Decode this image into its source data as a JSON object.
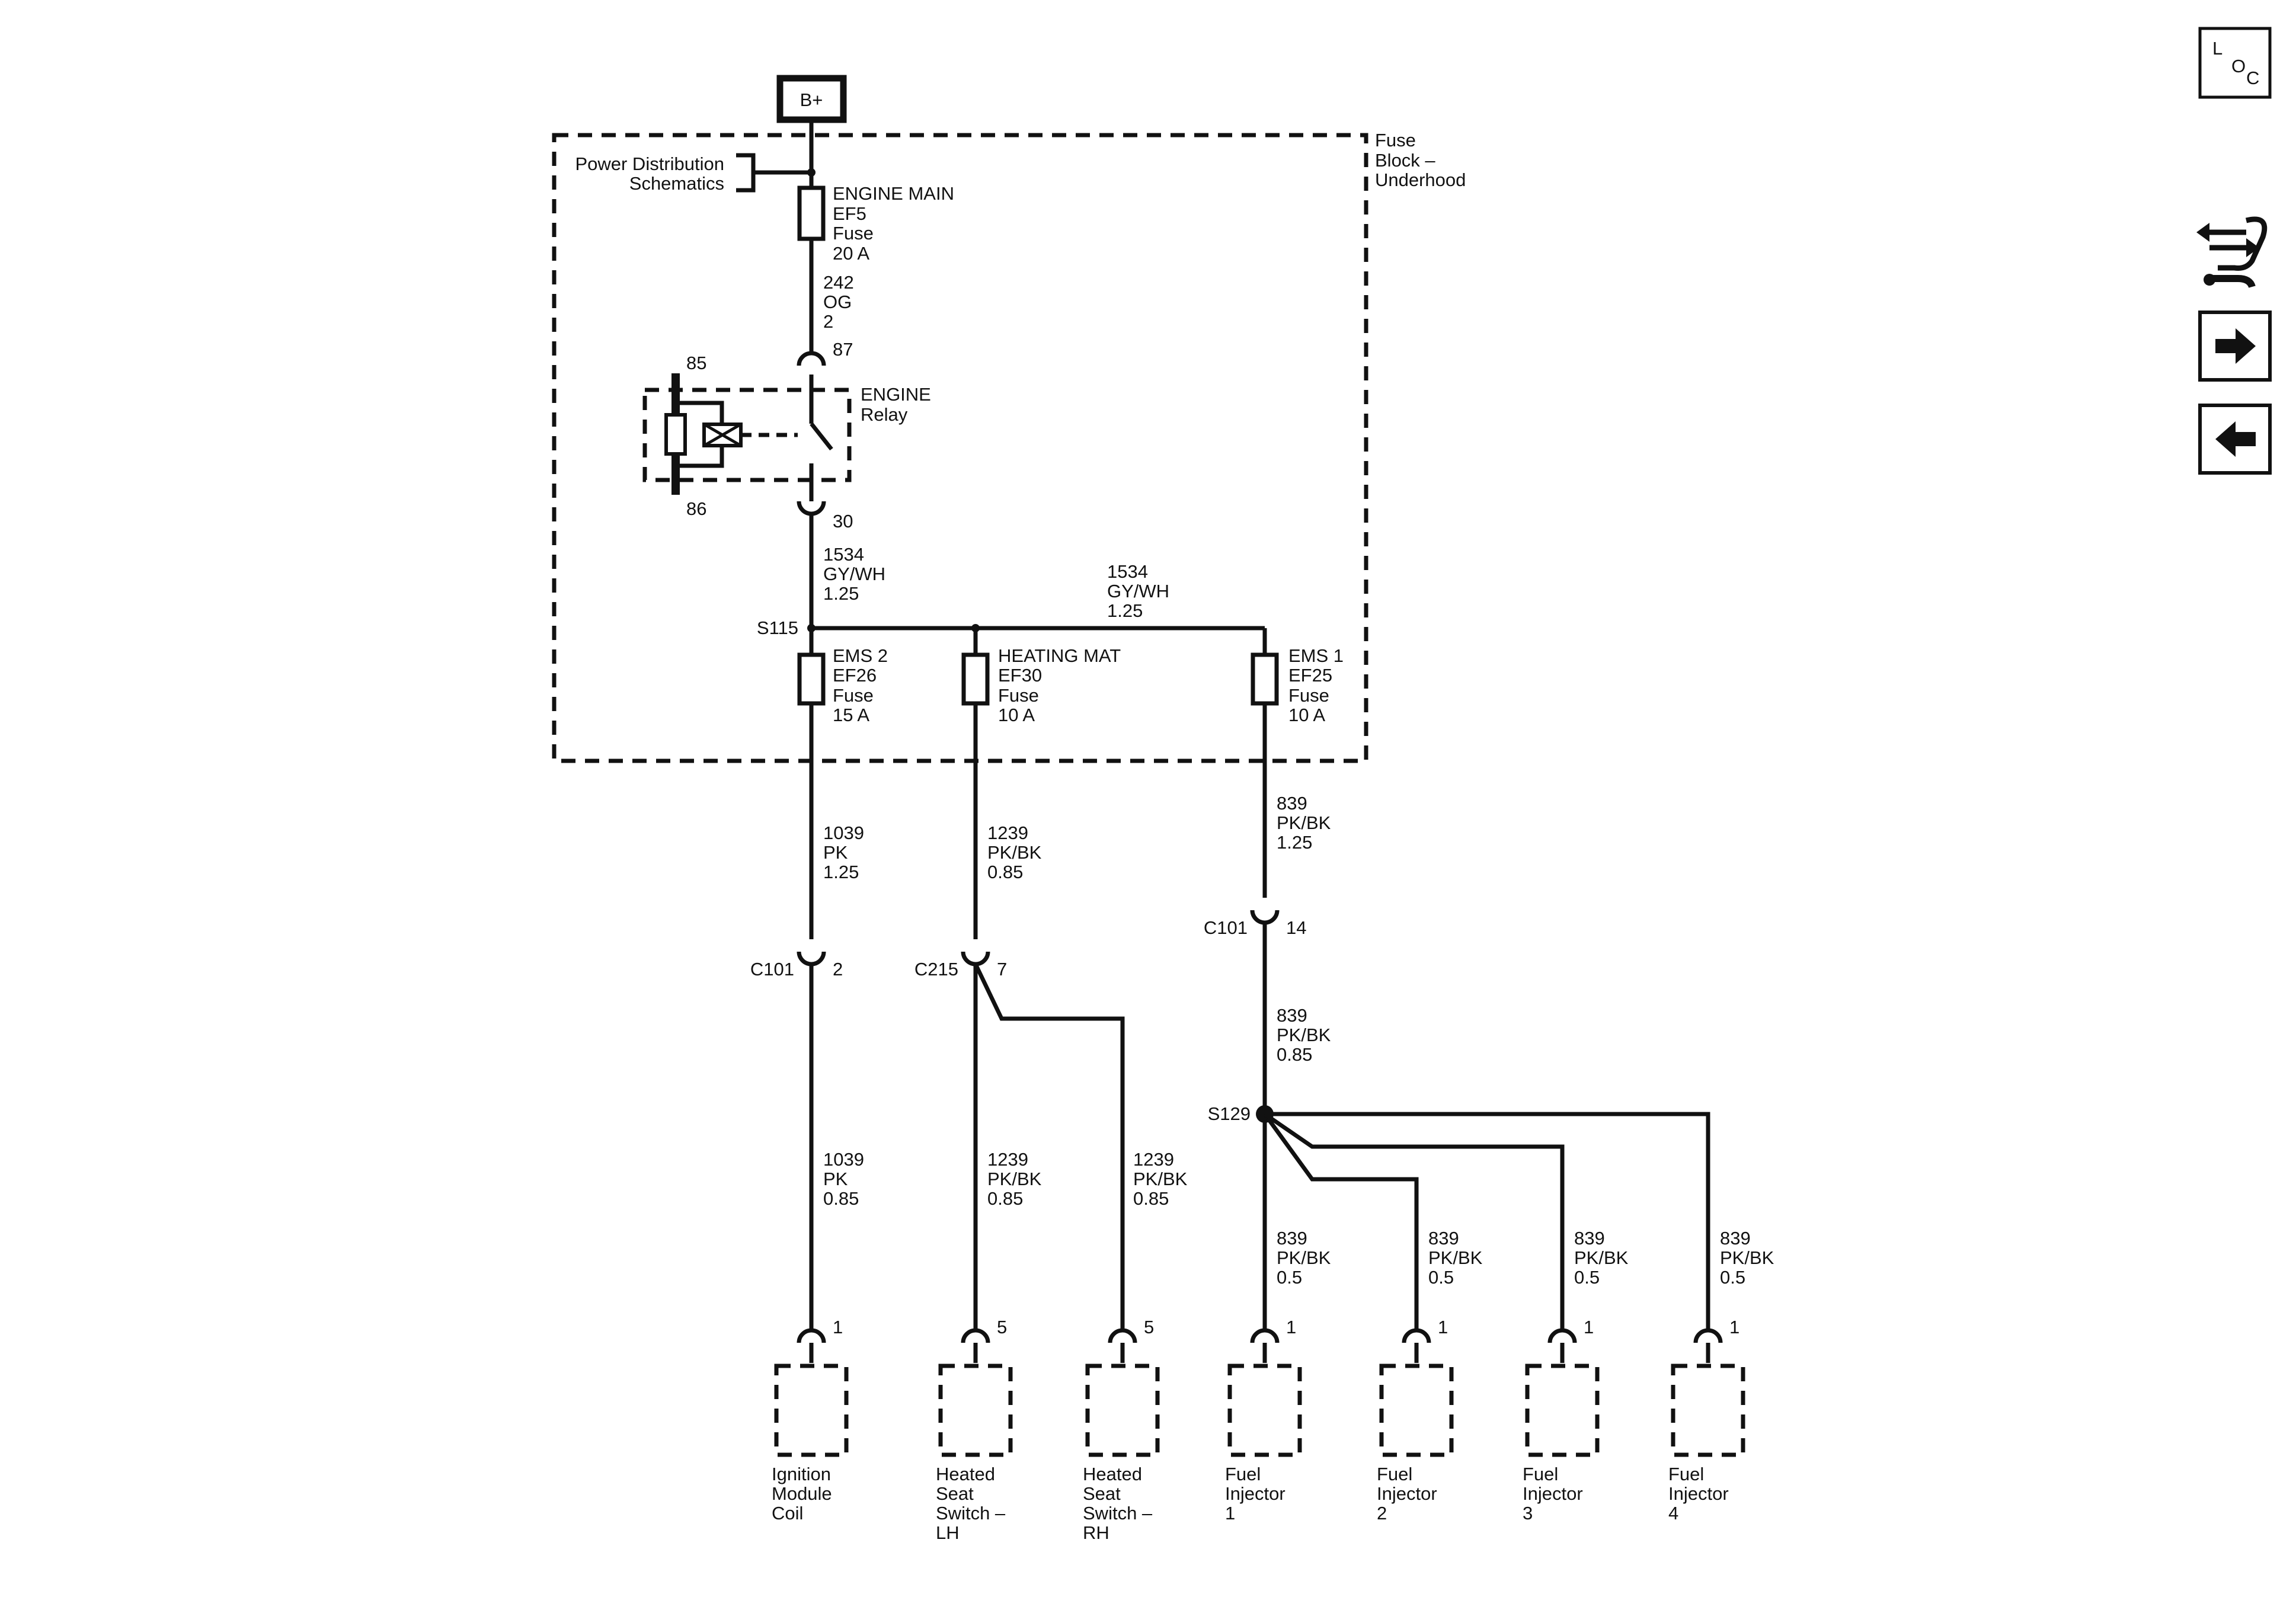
{
  "power": {
    "source": "B+"
  },
  "fuse_block": {
    "label_lines": [
      "Fuse",
      "Block –",
      "Underhood"
    ]
  },
  "power_distribution": {
    "label_lines": [
      "Power Distribution",
      "Schematics"
    ]
  },
  "fuses": {
    "engine_main": [
      "ENGINE MAIN",
      "EF5",
      "Fuse",
      "20 A"
    ],
    "ems2": [
      "EMS 2",
      "EF26",
      "Fuse",
      "15 A"
    ],
    "heating_mat": [
      "HEATING MAT",
      "EF30",
      "Fuse",
      "10 A"
    ],
    "ems1": [
      "EMS 1",
      "EF25",
      "Fuse",
      "10 A"
    ]
  },
  "relay": {
    "label_lines": [
      "ENGINE",
      "Relay"
    ],
    "pin_85": "85",
    "pin_86": "86",
    "pin_87": "87",
    "pin_30": "30"
  },
  "wires": {
    "w242": [
      "242",
      "OG",
      "2"
    ],
    "w1534_a": [
      "1534",
      "GY/WH",
      "1.25"
    ],
    "w1534_b": [
      "1534",
      "GY/WH",
      "1.25"
    ],
    "w1039_a": [
      "1039",
      "PK",
      "1.25"
    ],
    "w1239_a": [
      "1239",
      "PK/BK",
      "0.85"
    ],
    "w839_a": [
      "839",
      "PK/BK",
      "1.25"
    ],
    "w839_b": [
      "839",
      "PK/BK",
      "0.85"
    ],
    "w1039_b": [
      "1039",
      "PK",
      "0.85"
    ],
    "w1239_lh": [
      "1239",
      "PK/BK",
      "0.85"
    ],
    "w1239_rh": [
      "1239",
      "PK/BK",
      "0.85"
    ],
    "w839_inj1": [
      "839",
      "PK/BK",
      "0.5"
    ],
    "w839_inj2": [
      "839",
      "PK/BK",
      "0.5"
    ],
    "w839_inj3": [
      "839",
      "PK/BK",
      "0.5"
    ],
    "w839_inj4": [
      "839",
      "PK/BK",
      "0.5"
    ]
  },
  "splices": {
    "s115": "S115",
    "s129": "S129"
  },
  "connectors": {
    "c101_a": {
      "name": "C101",
      "pin": "2"
    },
    "c215": {
      "name": "C215",
      "pin": "7"
    },
    "c101_b": {
      "name": "C101",
      "pin": "14"
    }
  },
  "components": {
    "ignition": {
      "pin": "1",
      "lines": [
        "Ignition",
        "Module",
        "Coil"
      ]
    },
    "seat_lh": {
      "pin": "5",
      "lines": [
        "Heated",
        "Seat",
        "Switch –",
        "LH"
      ]
    },
    "seat_rh": {
      "pin": "5",
      "lines": [
        "Heated",
        "Seat",
        "Switch –",
        "RH"
      ]
    },
    "inj1": {
      "pin": "1",
      "lines": [
        "Fuel",
        "Injector",
        "1"
      ]
    },
    "inj2": {
      "pin": "1",
      "lines": [
        "Fuel",
        "Injector",
        "2"
      ]
    },
    "inj3": {
      "pin": "1",
      "lines": [
        "Fuel",
        "Injector",
        "3"
      ]
    },
    "inj4": {
      "pin": "1",
      "lines": [
        "Fuel",
        "Injector",
        "4"
      ]
    }
  },
  "nav": {
    "loc_letters": [
      "L",
      "O",
      "C"
    ],
    "wrench_icon": "wrench-diagnostic-icon",
    "next_icon": "arrow-right-icon",
    "prev_icon": "arrow-left-icon"
  }
}
